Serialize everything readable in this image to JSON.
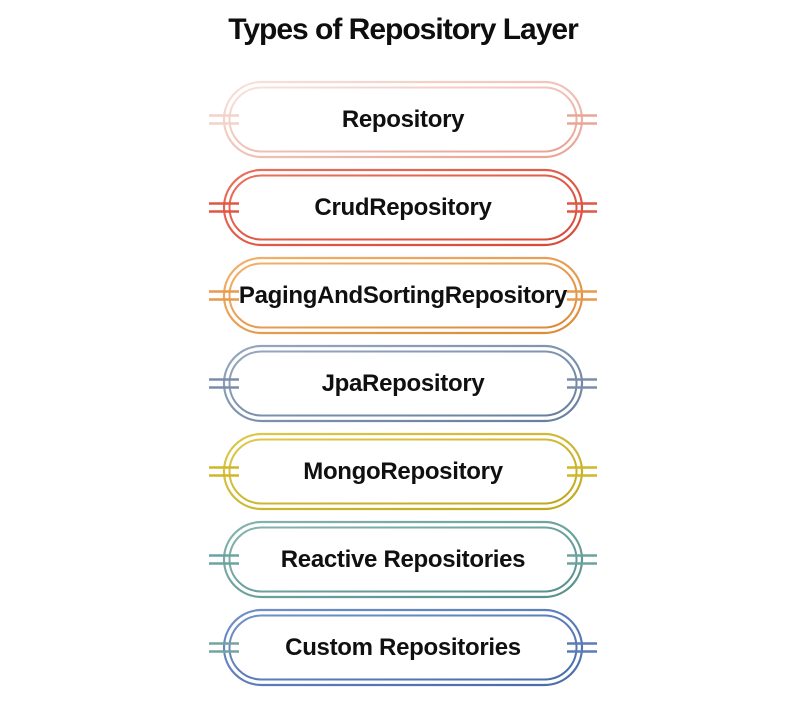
{
  "page": {
    "title": "Types of Repository Layer",
    "background_color": "#ffffff",
    "title_color": "#0e0e0e",
    "label_color": "#101010"
  },
  "pills": [
    {
      "label": "Repository",
      "color_top_left": "#f8e3dd",
      "color_bottom_right": "#e8a294",
      "tick_left_color": "#f3d2ca",
      "tick_right_color": "#e9a697"
    },
    {
      "label": "CrudRepository",
      "color_top_left": "#e9705e",
      "color_bottom_right": "#d74836",
      "tick_left_color": "#e05744",
      "tick_right_color": "#e05744"
    },
    {
      "label": "PagingAndSortingRepository",
      "color_top_left": "#f3b169",
      "color_bottom_right": "#dc8a38",
      "tick_left_color": "#e89a4c",
      "tick_right_color": "#e89a4c"
    },
    {
      "label": "JpaRepository",
      "color_top_left": "#97a7c0",
      "color_bottom_right": "#667e9e",
      "tick_left_color": "#7a8eac",
      "tick_right_color": "#7a8eac"
    },
    {
      "label": "MongoRepository",
      "color_top_left": "#ddc94b",
      "color_bottom_right": "#bfa81d",
      "tick_left_color": "#cfb62a",
      "tick_right_color": "#cfb62a"
    },
    {
      "label": "Reactive Repositories",
      "color_top_left": "#86b3af",
      "color_bottom_right": "#55908d",
      "tick_left_color": "#6ba39f",
      "tick_right_color": "#6ba39f"
    },
    {
      "label": "Custom Repositories",
      "color_top_left": "#7191c7",
      "color_bottom_right": "#486baa",
      "tick_left_color": "#74a49e",
      "tick_right_color": "#5b7cb8"
    }
  ]
}
